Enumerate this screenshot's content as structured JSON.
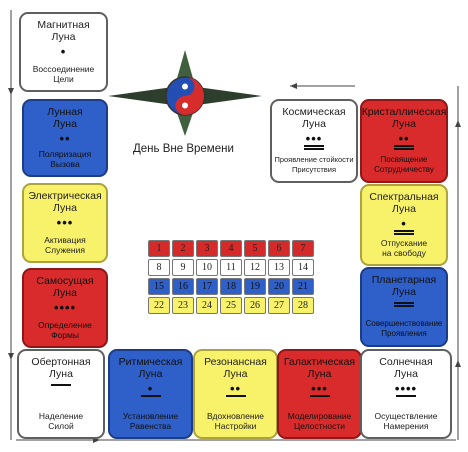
{
  "center": {
    "day_label": "День Вне Времени"
  },
  "moons": [
    {
      "id": "magnetic",
      "title": "Магнитная\nЛуна",
      "num": "•",
      "bars": 0,
      "sub": "Воссоединение\nЦели",
      "color": "white"
    },
    {
      "id": "lunar",
      "title": "Лунная\nЛуна",
      "num": "••",
      "bars": 0,
      "sub": "Поляризация\nВызова",
      "color": "blue"
    },
    {
      "id": "electric",
      "title": "Электрическая\nЛуна",
      "num": "•••",
      "bars": 0,
      "sub": "Активация\nСлужения",
      "color": "yellow"
    },
    {
      "id": "selfexisting",
      "title": "Самосущая\nЛуна",
      "num": "••••",
      "bars": 0,
      "sub": "Определение\nФормы",
      "color": "red"
    },
    {
      "id": "overtone",
      "title": "Обертонная\nЛуна",
      "num": "",
      "bars": 1,
      "sub": "Наделение\nСилой",
      "color": "white"
    },
    {
      "id": "rhythmic",
      "title": "Ритмическая\nЛуна",
      "num": "•",
      "bars": 1,
      "sub": "Установление\nРавенства",
      "color": "blue"
    },
    {
      "id": "resonant",
      "title": "Резонансная\nЛуна",
      "num": "••",
      "bars": 1,
      "sub": "Вдохновление\nНастройки",
      "color": "yellow"
    },
    {
      "id": "galactic",
      "title": "Галактическая\nЛуна",
      "num": "•••",
      "bars": 1,
      "sub": "Моделирование\nЦелостности",
      "color": "red"
    },
    {
      "id": "solar",
      "title": "Солнечная\nЛуна",
      "num": "••••",
      "bars": 1,
      "sub": "Осуществление\nНамерения",
      "color": "white"
    },
    {
      "id": "planetary",
      "title": "Планетарная\nЛуна",
      "num": "",
      "bars": 2,
      "sub": "Совершенствование\nПроявления",
      "color": "blue"
    },
    {
      "id": "spectral",
      "title": "Спектральная\nЛуна",
      "num": "•",
      "bars": 2,
      "sub": "Отпускание\nна свободу",
      "color": "yellow"
    },
    {
      "id": "crystal",
      "title": "Кристаллическая\nЛуна",
      "num": "••",
      "bars": 2,
      "sub": "Посвящение\nСотрудничеству",
      "color": "red"
    },
    {
      "id": "cosmic",
      "title": "Космическая\nЛуна",
      "num": "•••",
      "bars": 2,
      "sub": "Проявление стойкости\nПрисутствия",
      "color": "white"
    }
  ],
  "calendar": {
    "rows": [
      {
        "color": "red",
        "days": [
          "1",
          "2",
          "3",
          "4",
          "5",
          "6",
          "7"
        ]
      },
      {
        "color": "white",
        "days": [
          "8",
          "9",
          "10",
          "11",
          "12",
          "13",
          "14"
        ]
      },
      {
        "color": "blue",
        "days": [
          "15",
          "16",
          "17",
          "18",
          "19",
          "20",
          "21"
        ]
      },
      {
        "color": "yellow",
        "days": [
          "22",
          "23",
          "24",
          "25",
          "26",
          "27",
          "28"
        ]
      }
    ]
  }
}
